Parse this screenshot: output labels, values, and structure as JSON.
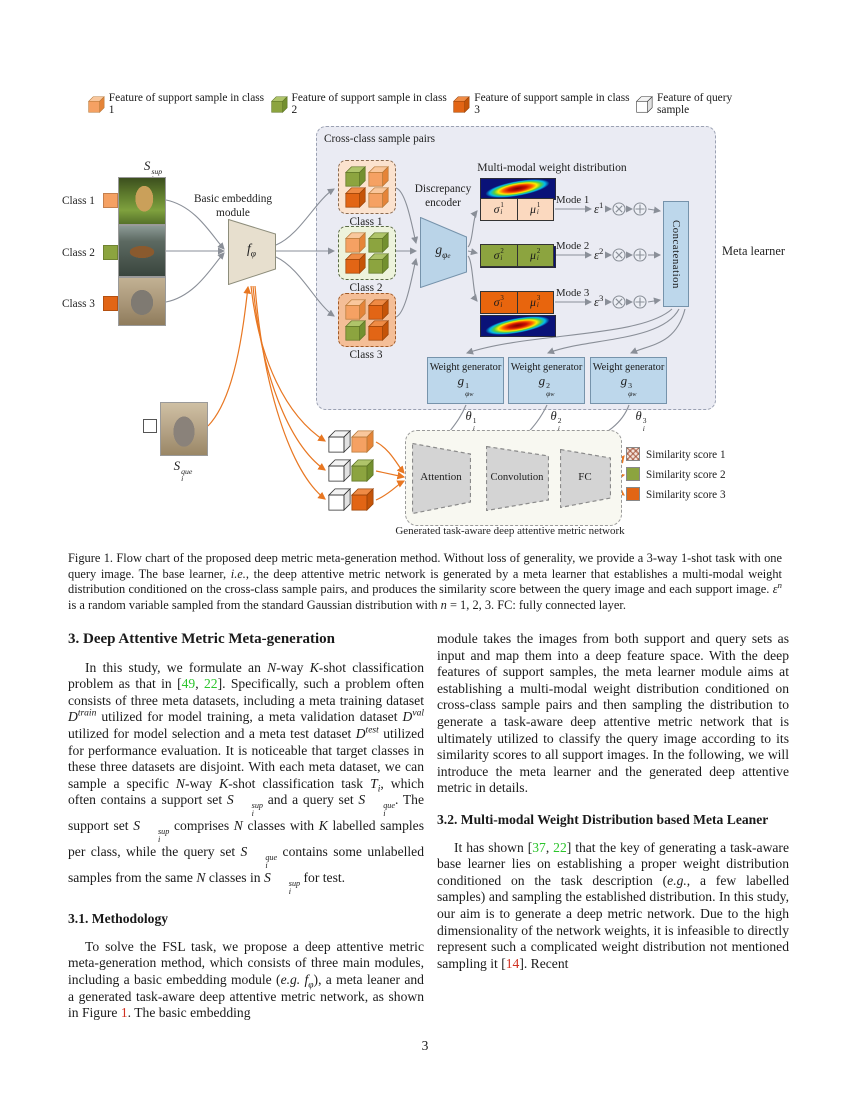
{
  "page": {
    "number": "3"
  },
  "colors": {
    "class1_orange": "#F5A163",
    "class2_green": "#8CA43F",
    "class3_dark_orange": "#E26515",
    "query_white": "#FFFFFF",
    "meta_box_bg": "#EAEBF3",
    "blue_box": "#BDD7EB",
    "beige_trapezoid": "#E7DFCE",
    "gray_trapezoid": "#D4D4D4",
    "citation_green": "#2BC42B",
    "citation_red": "#D03020",
    "arrow_gray": "#8A8F98",
    "arrow_orange": "#E87722"
  },
  "figure": {
    "legend": [
      {
        "label": "Feature of support sample in class 1",
        "cube": "class1"
      },
      {
        "label": "Feature of support sample in class 2",
        "cube": "class2"
      },
      {
        "label": "Feature of support sample in class 3",
        "cube": "class3"
      },
      {
        "label": "Feature of query sample",
        "cube": "query"
      }
    ],
    "inputs": {
      "set_label": "<i>S</i><span class='ss'><span><i>sup</i></span><span><i>i</i></span></span>",
      "classes": [
        {
          "label": "Class 1"
        },
        {
          "label": "Class 2"
        },
        {
          "label": "Class 3"
        }
      ]
    },
    "embed": {
      "title": "Basic embedding module",
      "symbol": "<i>f</i><sub><i>φ</i></sub>"
    },
    "cross_class": {
      "title": "Cross-class sample pairs",
      "groups": [
        {
          "label": "Class 1"
        },
        {
          "label": "Class 2"
        },
        {
          "label": "Class 3"
        }
      ]
    },
    "discrepancy": {
      "title": "Discrepancy encoder",
      "symbol": "<i>g</i><sub><i>φ<span class='t2'>e</span></i></sub>"
    },
    "multimodal": {
      "title": "Multi-modal weight distribution",
      "modes": [
        {
          "sigma": "<i>σ</i><span class='ss'><span>1</span><span><i>i</i></span></span>",
          "mu": "<i>μ</i><span class='ss'><span>1</span><span><i>i</i></span></span>",
          "mode_label": "Mode 1",
          "epsilon": "<i>ε</i><sup>1</sup>"
        },
        {
          "sigma": "<i>σ</i><span class='ss'><span>2</span><span><i>i</i></span></span>",
          "mu": "<i>μ</i><span class='ss'><span>2</span><span><i>i</i></span></span>",
          "mode_label": "Mode 2",
          "epsilon": "<i>ε</i><sup>2</sup>"
        },
        {
          "sigma": "<i>σ</i><span class='ss'><span>3</span><span><i>i</i></span></span>",
          "mu": "<i>μ</i><span class='ss'><span>3</span><span><i>i</i></span></span>",
          "mode_label": "Mode 3",
          "epsilon": "<i>ε</i><sup>3</sup>"
        }
      ]
    },
    "concatenation_label": "Concatenation",
    "meta_learner_label": "Meta learner",
    "weight_generators": [
      {
        "title": "Weight generator",
        "symbol": "<i>g</i><span class='ss'><span>1</span><span><i>φ<span class='t2'>w</span></i></span></span>",
        "theta": "<i>θ</i><span class='ss'><span>1</span><span><i>i</i></span></span>"
      },
      {
        "title": "Weight generator",
        "symbol": "<i>g</i><span class='ss'><span>2</span><span><i>φ<span class='t2'>w</span></i></span></span>",
        "theta": "<i>θ</i><span class='ss'><span>2</span><span><i>i</i></span></span>"
      },
      {
        "title": "Weight generator",
        "symbol": "<i>g</i><span class='ss'><span>3</span><span><i>φ<span class='t2'>w</span></i></span></span>",
        "theta": "<i>θ</i><span class='ss'><span>3</span><span><i>i</i></span></span>"
      }
    ],
    "query": {
      "set_label": "<i>S</i><span class='ss'><span><i>que</i></span><span><i>i</i></span></span>"
    },
    "metric_network": {
      "stages": [
        "Attention",
        "Convolution",
        "FC"
      ],
      "scores": [
        {
          "label": "Similarity score 1",
          "swatch": "hatched"
        },
        {
          "label": "Similarity score 2",
          "swatch": "green"
        },
        {
          "label": "Similarity score 3",
          "swatch": "dark-orange"
        }
      ],
      "caption": "Generated task-aware deep attentive metric network"
    }
  },
  "caption": {
    "html": "Figure 1. Flow chart of the proposed deep metric meta-generation method.  Without loss of generality, we provide a 3-way 1-shot task with one query image.  The base learner, <i>i.e.</i>, the deep attentive metric network is generated by a meta learner that establishes a multi-modal weight distribution conditioned on the cross-class sample pairs, and produces the similarity score between the query image and each support image. <i>ε</i><sup><i>n</i></sup> is a random variable sampled from the standard Gaussian distribution with <i>n</i> = 1, 2, 3. FC: fully connected layer."
  },
  "body": {
    "left": {
      "h_section": "3. Deep Attentive Metric Meta-generation",
      "p1": "In this study, we formulate an <i>N</i>-way <i>K</i>-shot classification problem as that in [<span class='cg' data-name='citation-link' data-interactable='true'>49</span>, <span class='cg' data-name='citation-link' data-interactable='true'>22</span>]. Specifically, such a problem often consists of three meta datasets, including a meta training dataset <i>D</i><sup><i>train</i></sup> utilized for model training, a meta validation dataset <i>D</i><sup><i>val</i></sup> utilized for model selection and a meta test dataset <i>D</i><sup><i>test</i></sup> utilized for performance evaluation. It is noticeable that target classes in these three datasets are disjoint. With each meta dataset, we can sample a specific <i>N</i>-way <i>K</i>-shot classification task <i>T</i><sub><i>i</i></sub>, which often contains a support set <i>S</i><span class='ss'><span><i>sup</i></span><span><i>i</i></span></span> and a query set <i>S</i><span class='ss'><span><i>que</i></span><span><i>i</i></span></span>. The support set <i>S</i><span class='ss'><span><i>sup</i></span><span><i>i</i></span></span> comprises <i>N</i> classes with <i>K</i> labelled samples per class, while the query set <i>S</i><span class='ss'><span><i>que</i></span><span><i>i</i></span></span> contains some unlabelled samples from the same <i>N</i> classes in <i>S</i><span class='ss'><span><i>sup</i></span><span><i>i</i></span></span> for test.",
      "h_sub": "3.1. Methodology",
      "p2": "To solve the FSL task, we propose a deep attentive metric meta-generation method, which consists of three main modules, including a basic embedding module (<i>e.g. f</i><sub><i>φ</i></sub>), a meta leaner and a generated task-aware deep attentive metric network, as shown in Figure <span class='cr' data-name='figure-ref-link' data-interactable='true'>1</span>.  The basic embedding"
    },
    "right": {
      "p1": "module takes the images from both support and query sets as input and map them into a deep feature space.  With the deep features of support samples, the meta learner module aims at establishing a multi-modal weight distribution conditioned on cross-class sample pairs and then sampling the distribution to generate a task-aware deep attentive metric network that is ultimately utilized to classify the query image according to its similarity scores to all support images. In the following, we will introduce the meta learner and the generated deep attentive metric in details.",
      "h_sub": "3.2. Multi-modal Weight Distribution based Meta Leaner",
      "p2": "It has shown [<span class='cg' data-name='citation-link' data-interactable='true'>37</span>, <span class='cg' data-name='citation-link' data-interactable='true'>22</span>] that the key of generating a task-aware base learner lies on establishing a proper weight distribution conditioned on the task description (<i>e.g.</i>, a few labelled samples) and sampling the established distribution. In this study, our aim is to generate a deep metric network. Due to the high dimensionality of the network weights, it is infeasible to directly represent such a complicated weight distribution not mentioned sampling it [<span class='cr' data-name='citation-link' data-interactable='true'>14</span>]. Recent"
    }
  }
}
